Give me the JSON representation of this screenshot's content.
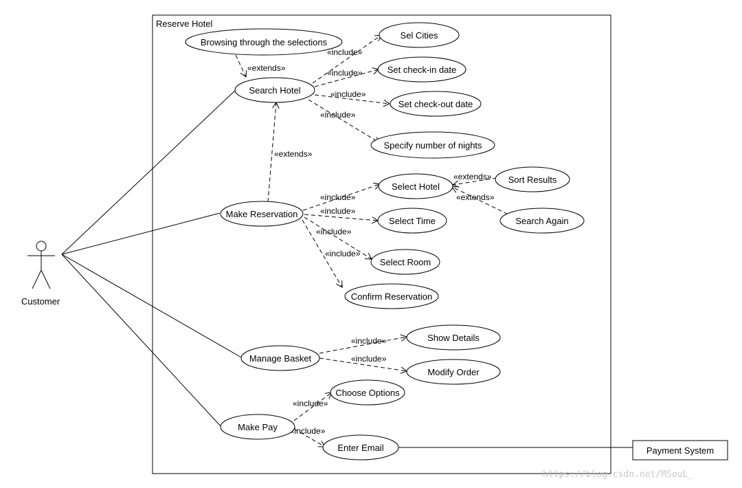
{
  "system": {
    "title": "Reserve Hotel"
  },
  "actors": {
    "customer": "Customer",
    "payment_system": "Payment System"
  },
  "use_cases": {
    "browsing": "Browsing through the selections",
    "search_hotel": "Search Hotel",
    "sel_cities": "Sel Cities",
    "set_checkin": "Set check-in date",
    "set_checkout": "Set check-out date",
    "specify_nights": "Specify number of nights",
    "make_reservation": "Make Reservation",
    "select_hotel": "Select Hotel",
    "sort_results": "Sort Results",
    "search_again": "Search Again",
    "select_time": "Select Time",
    "select_room": "Select Room",
    "confirm_reservation": "Confirm Reservation",
    "manage_basket": "Manage Basket",
    "show_details": "Show Details",
    "modify_order": "Modify Order",
    "make_pay": "Make Pay",
    "choose_options": "Choose Options",
    "enter_email": "Enter Email"
  },
  "relations": {
    "include": "«include»",
    "extends": "«extends»"
  },
  "watermark": "https://blog.csdn.net/MSouL_"
}
